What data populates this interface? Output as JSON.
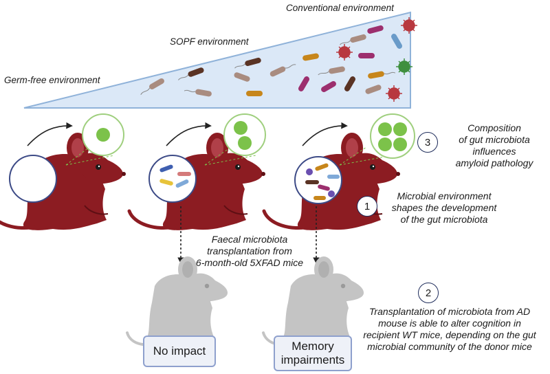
{
  "environments": {
    "conventional": "Conventional environment",
    "sopf": "SOPF environment",
    "germ_free": "Germ-free environment"
  },
  "annotations": {
    "composition": [
      "Composition",
      "of gut microbiota",
      "influences",
      "amyloid pathology"
    ],
    "microbial_env": [
      "Microbial environment",
      "shapes the development",
      "of the gut microbiota"
    ],
    "fmt": [
      "Faecal microbiota",
      "transplantation from",
      "6-month-old 5XFAD mice"
    ],
    "transplant": [
      "Transplantation of microbiota from AD",
      "mouse is able to alter cognition in",
      "recipient WT mice, depending on the gut",
      "microbial community of the donor mice"
    ]
  },
  "numbers": {
    "one": "1",
    "two": "2",
    "three": "3"
  },
  "outcomes": {
    "no_impact": "No impact",
    "memory": [
      "Memory",
      "impairments"
    ]
  },
  "colors": {
    "mouse_donor": "#8c1c22",
    "mouse_recipient": "#c4c4c4",
    "triangle_fill": "#dbe8f7",
    "triangle_stroke": "#8fb2d9",
    "microbiota_green": "#7cc24a",
    "zoom_green": "#9fcf7e",
    "outcome_border": "#8ea0cd",
    "number_circle": "#1d2b5a"
  }
}
